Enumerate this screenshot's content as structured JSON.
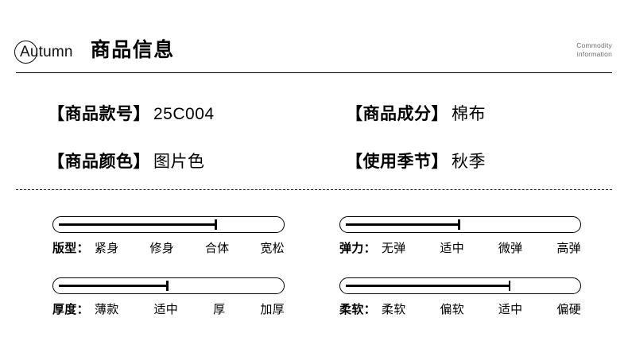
{
  "header": {
    "brand": "Autumn",
    "title": "商品信息",
    "subtitle_line1": "Commodity",
    "subtitle_line2": "information"
  },
  "info": {
    "rows": [
      [
        {
          "label": "【商品款号】",
          "value": "25C004"
        },
        {
          "label": "【商品成分】",
          "value": "棉布"
        }
      ],
      [
        {
          "label": "【商品颜色】",
          "value": "图片色"
        },
        {
          "label": "【使用季节】",
          "value": "秋季"
        }
      ]
    ]
  },
  "sliders": {
    "rows": [
      [
        {
          "name": "版型：",
          "options": [
            "紧身",
            "修身",
            "合体",
            "宽松"
          ],
          "fill_percent": 71
        },
        {
          "name": "弹力：",
          "options": [
            "无弹",
            "适中",
            "微弹",
            "高弹"
          ],
          "fill_percent": 50
        }
      ],
      [
        {
          "name": "厚度：",
          "options": [
            "薄款",
            "适中",
            "厚",
            "加厚"
          ],
          "fill_percent": 50
        },
        {
          "name": "柔软：",
          "options": [
            "柔软",
            "偏软",
            "适中",
            "偏硬"
          ],
          "fill_percent": 71
        }
      ]
    ]
  },
  "colors": {
    "ink": "#000000",
    "muted": "#6d6d6d",
    "background": "#ffffff"
  }
}
